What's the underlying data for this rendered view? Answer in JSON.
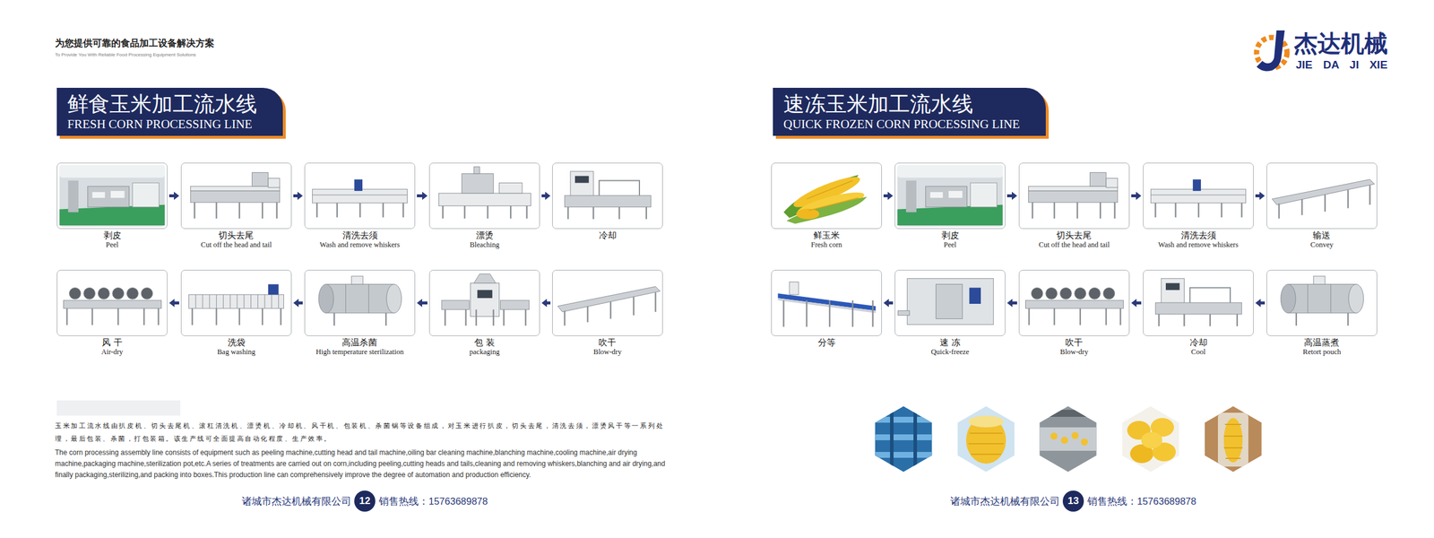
{
  "diagram": {
    "nodes": [
      {
        "text": [
          "鲜食玉米加工流水线",
          "FRESH CORN PROCESSING LINE"
        ]
      },
      {
        "text": [
          "剥皮",
          "Peel"
        ]
      },
      {
        "text": [
          "切头去尾",
          "Cut off the head and tail"
        ]
      },
      {
        "text": [
          "清洗去须",
          "Wash and remove whiskers"
        ]
      },
      {
        "text": [
          "漂烫",
          "Bleaching"
        ]
      },
      {
        "text": [
          "冷却"
        ]
      },
      {
        "text": [
          "风 干",
          "Air-dry"
        ]
      },
      {
        "text": [
          "洗袋",
          "Bag washing"
        ]
      },
      {
        "text": [
          "高温杀菌",
          "High temperature sterilization"
        ]
      },
      {
        "text": [
          "包 装",
          "packaging"
        ]
      },
      {
        "text": [
          "吹干",
          "Blow-dry"
        ]
      },
      {
        "text": [
          "12"
        ]
      },
      {
        "text": [
          "速冻玉米加工流水线",
          "QUICK FROZEN CORN PROCESSING LINE"
        ]
      },
      {
        "text": [
          "鲜玉米",
          "Fresh corn"
        ]
      },
      {
        "text": [
          "剥皮",
          "Peel"
        ]
      },
      {
        "text": [
          "切头去尾",
          "Cut off the head and tail"
        ]
      },
      {
        "text": [
          "清洗去须",
          "Wash and remove whiskers"
        ]
      },
      {
        "text": [
          "输送",
          "Convey"
        ]
      },
      {
        "text": [
          "分等"
        ]
      },
      {
        "text": [
          "速 冻",
          "Quick-freeze"
        ]
      },
      {
        "text": [
          "吹干",
          "Blow-dry"
        ]
      },
      {
        "text": [
          "冷却",
          "Cool"
        ]
      },
      {
        "text": [
          "高温蒸煮",
          "Retort pouch"
        ]
      },
      {
        "text": [
          "13"
        ]
      }
    ],
    "edges": [
      {
        "from": 1,
        "to": 2,
        "arrow": "to"
      },
      {
        "from": 2,
        "to": 3,
        "arrow": "to"
      },
      {
        "from": 3,
        "to": 4,
        "arrow": "to"
      },
      {
        "from": 4,
        "to": 5,
        "arrow": "to"
      },
      {
        "from": 10,
        "to": 9,
        "arrow": "to"
      },
      {
        "from": 9,
        "to": 8,
        "arrow": "to"
      },
      {
        "from": 8,
        "to": 7,
        "arrow": "to"
      },
      {
        "from": 7,
        "to": 6,
        "arrow": "to"
      },
      {
        "from": 13,
        "to": 14,
        "arrow": "to"
      },
      {
        "from": 14,
        "to": 15,
        "arrow": "to"
      },
      {
        "from": 15,
        "to": 16,
        "arrow": "to"
      },
      {
        "from": 16,
        "to": 17,
        "arrow": "to"
      },
      {
        "from": 22,
        "to": 21,
        "arrow": "to"
      },
      {
        "from": 21,
        "to": 20,
        "arrow": "to"
      },
      {
        "from": 20,
        "to": 19,
        "arrow": "to"
      },
      {
        "from": 19,
        "to": 18,
        "arrow": "to"
      }
    ],
    "labels": [
      "为您提供可靠的食品加工设备解决方案",
      "To Provide You With Reliable Food Processing Equipment Solutions",
      "杰达机械",
      "JIE DA JI XIE",
      "玉米加工流水线由扒皮机、切头去尾机、滚杠清洗机、漂烫机、冷却机、风干机、包装机、杀菌锅等设备组成，对玉米进行扒皮，切头去尾，清洗去须，漂烫风干等一系列处理，最后包装、杀菌，打包装箱。该生产线可全面提高自动化程度、生产效率。",
      "The corn processing assembly line consists of equipment such as peeling machine,cutting head and tail machine,oiling bar cleaning machine,blanching machine,cooling machine,air drying machine,packaging machine,sterilization pot,etc.A series of treatments are carried out on corn,including peeling,cutting heads and tails,cleaning and removing whiskers,blanching and air drying,and finally packaging,sterilizing,and packing into boxes.This production line can comprehensively improve the degree of automation and production efficiency.",
      "诸城市杰达机械有限公司",
      "销售热线：15763689878",
      "诸城市杰达机械有限公司",
      "销售热线：15763689878"
    ]
  }
}
